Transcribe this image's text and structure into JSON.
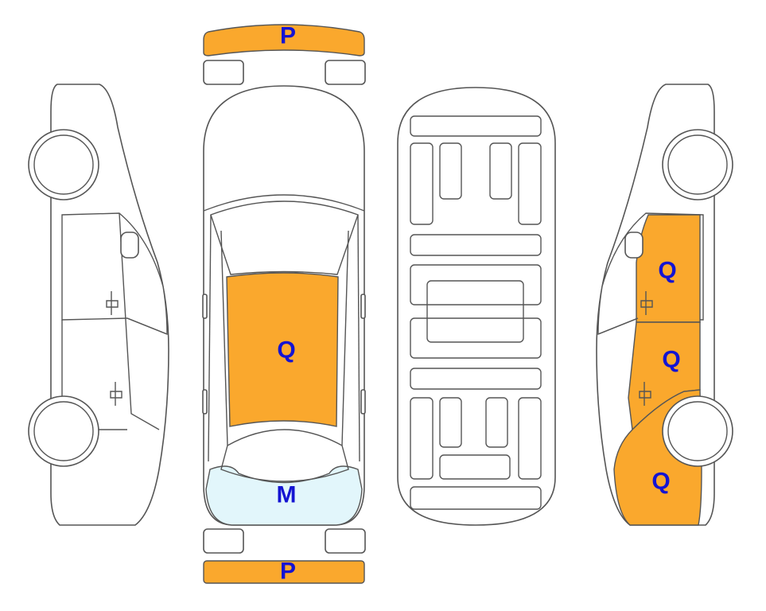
{
  "colors": {
    "damage_q": "#FAA82D",
    "damage_p": "#FAA82D",
    "damage_m": "#E2F6FB",
    "marker_text": "#1414D2",
    "outline": "#555555"
  },
  "markers": {
    "front_bumper": "P",
    "rear_bumper": "P",
    "roof": "Q",
    "rear_window": "M",
    "right_front_door": "Q",
    "right_rear_door": "Q",
    "right_rear_quarter": "Q"
  }
}
